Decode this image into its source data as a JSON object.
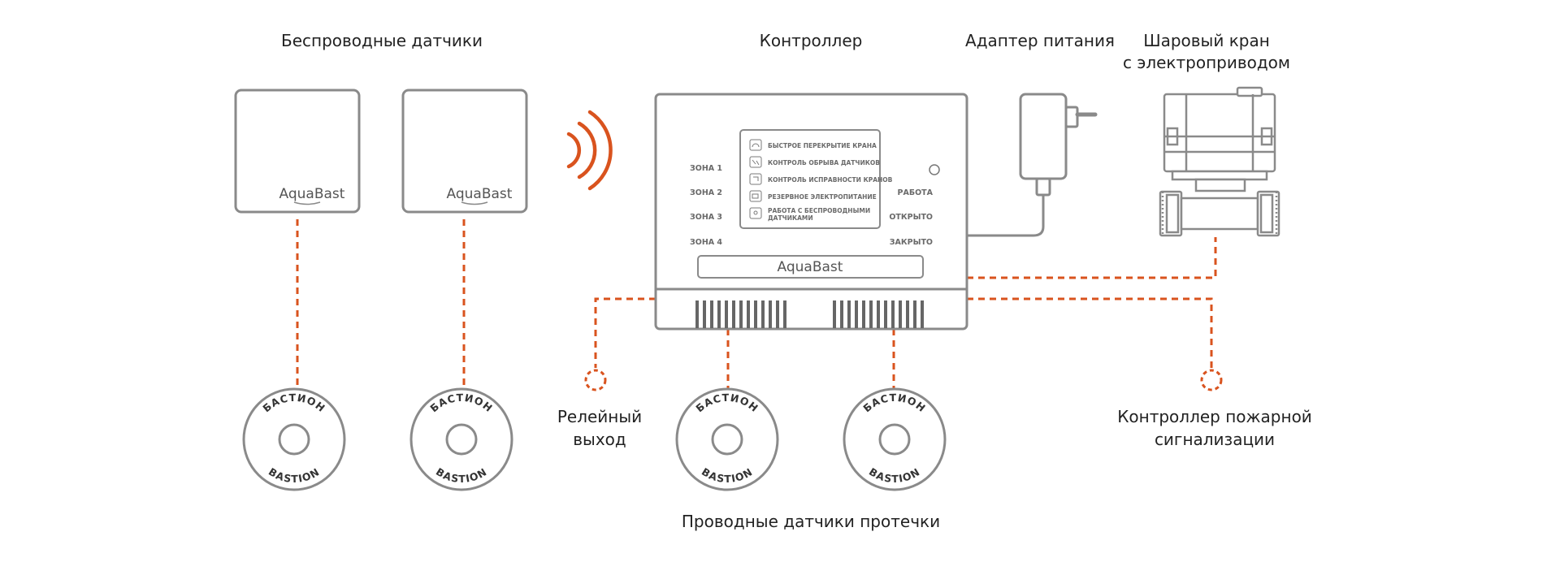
{
  "labels": {
    "wireless_sensors": "Беспроводные датчики",
    "controller": "Контроллер",
    "power_adapter": "Адаптер питания",
    "ball_valve_line1": "Шаровый кран",
    "ball_valve_line2": "с электроприводом",
    "relay_output_line1": "Релейный",
    "relay_output_line2": "выход",
    "fire_alarm_line1": "Контроллер пожарной",
    "fire_alarm_line2": "сигнализации",
    "wired_sensors": "Проводные датчики протечки"
  },
  "brand": {
    "name": "AquaBast",
    "sensor_ring_top": "БАСТИОН",
    "sensor_ring_bottom": "BASTION"
  },
  "controller_panel": {
    "zones": [
      "ЗОНА 1",
      "ЗОНА 2",
      "ЗОНА 3",
      "ЗОНА 4"
    ],
    "status": [
      "РАБОТА",
      "ОТКРЫТО",
      "ЗАКРЫТО"
    ],
    "features": [
      "БЫСТРОЕ ПЕРЕКРЫТИЕ КРАНА",
      "КОНТРОЛЬ ОБРЫВА ДАТЧИКОВ",
      "КОНТРОЛЬ ИСПРАВНОСТИ КРАНОВ",
      "РЕЗЕРВНОЕ ЭЛЕКТРОПИТАНИЕ",
      "РАБОТА С БЕСПРОВОДНЫМИ",
      "ДАТЧИКАМИ"
    ]
  },
  "colors": {
    "outline": "#8a8a8a",
    "connection": "#d9531e",
    "text": "#222222"
  },
  "icons": [
    "wireless-signal-icon",
    "status-led-icon",
    "valve-icon",
    "broken-wire-icon",
    "faucet-icon",
    "battery-icon",
    "wireless-sensor-icon"
  ]
}
